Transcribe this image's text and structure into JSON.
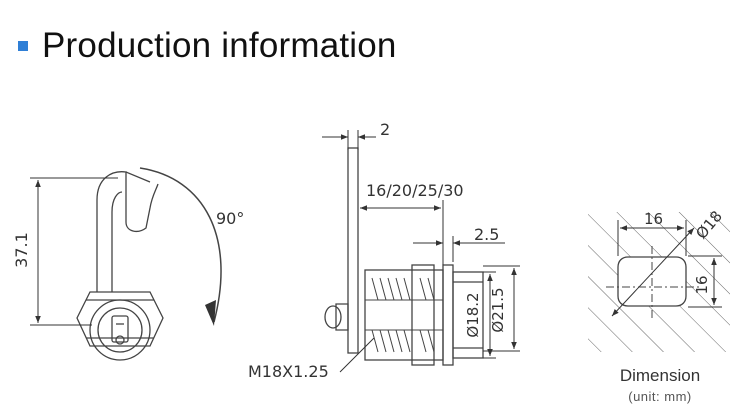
{
  "header": {
    "title": "Production information",
    "bullet_color": "#2f7fd6"
  },
  "side_view": {
    "height_label": "37.1",
    "angle_label": "90°"
  },
  "profile_view": {
    "thickness_label": "2",
    "length_label": "16/20/25/30",
    "flange_label": "2.5",
    "inner_dia_label": "Ø18.2",
    "outer_dia_label": "Ø21.5",
    "thread_label": "M18X1.25"
  },
  "cutout_view": {
    "width_label": "16",
    "dia_label": "Ø18",
    "height_label": "16",
    "caption": "Dimension",
    "unit_caption": "(unit:  mm)"
  }
}
